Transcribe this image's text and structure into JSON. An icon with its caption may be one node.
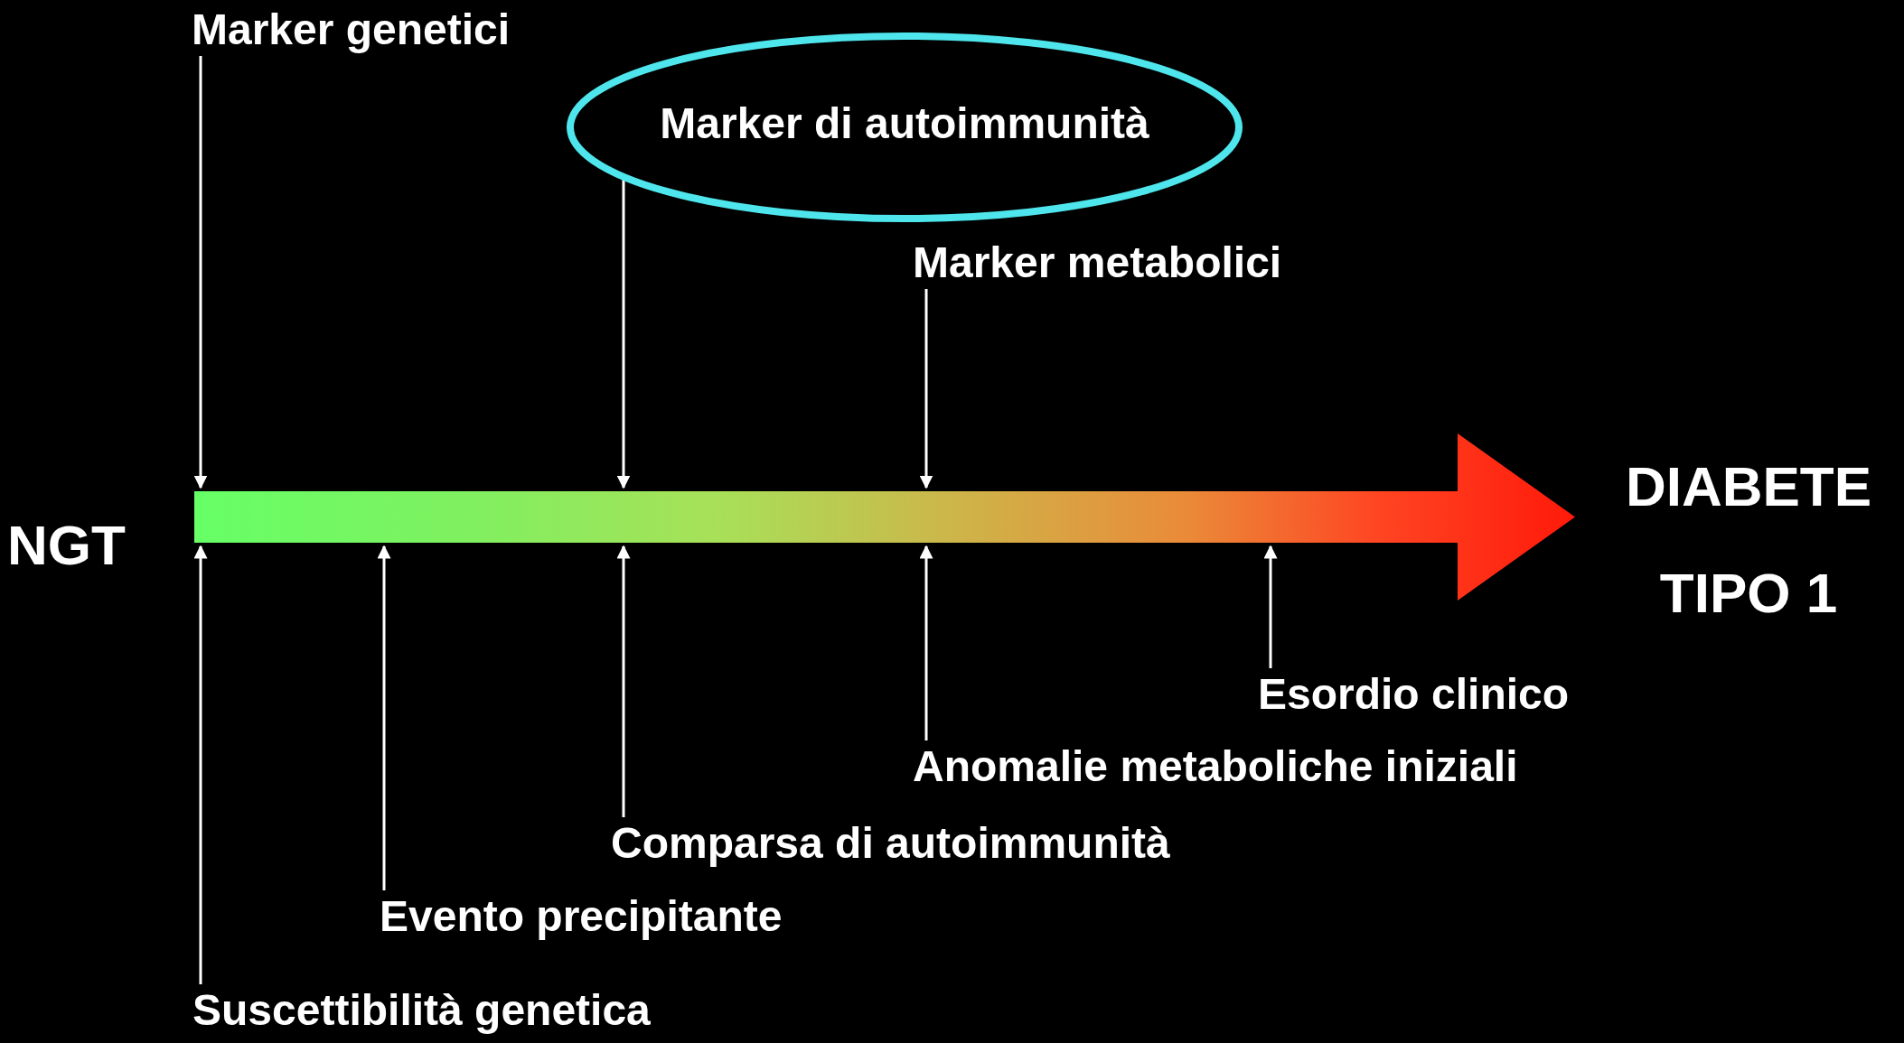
{
  "diagram": {
    "nodes": [
      {
        "text": [
          "Marker genetici"
        ]
      },
      {
        "text": [
          "Marker di autoimmunità"
        ]
      },
      {
        "text": [
          "Marker metabolici"
        ]
      },
      {
        "text": [],
        "shape": "arrow"
      },
      {
        "text": [
          "Esordio clinico"
        ]
      },
      {
        "text": [
          "Anomalie metaboliche iniziali"
        ]
      },
      {
        "text": [
          "Comparsa di autoimmunità"
        ]
      },
      {
        "text": [
          "Evento precipitante"
        ]
      },
      {
        "text": [
          "Suscettibilità genetica"
        ]
      }
    ],
    "edges": [
      {
        "from": 0,
        "to": 3,
        "arrow": "to"
      },
      {
        "from": 1,
        "to": 3,
        "arrow": "to"
      },
      {
        "from": 2,
        "to": 3,
        "arrow": "to"
      },
      {
        "from": 4,
        "to": 3,
        "arrow": "to"
      },
      {
        "from": 5,
        "to": 3,
        "arrow": "to"
      },
      {
        "from": 6,
        "to": 3,
        "arrow": "to"
      },
      {
        "from": 7,
        "to": 3,
        "arrow": "to"
      },
      {
        "from": 8,
        "to": 3,
        "arrow": "to"
      }
    ],
    "labels": [
      "NGT",
      "DIABETE TIPO 1"
    ]
  }
}
